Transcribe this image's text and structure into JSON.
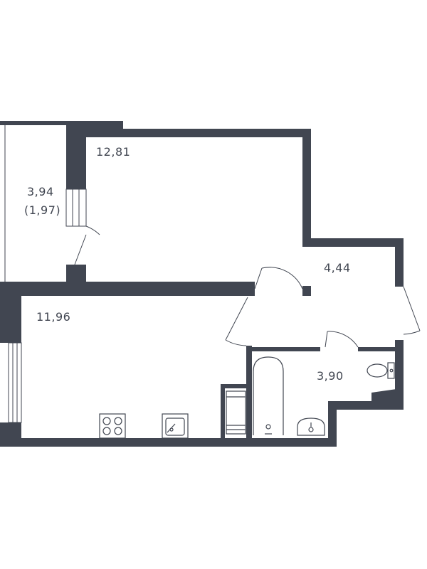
{
  "floor_plan": {
    "rooms": [
      {
        "id": "loggia",
        "area": "3,94",
        "reduced_area": "(1,97)"
      },
      {
        "id": "bedroom",
        "area": "12,81"
      },
      {
        "id": "hallway",
        "area": "4,44"
      },
      {
        "id": "kitchen-living",
        "area": "11,96"
      },
      {
        "id": "bathroom",
        "area": "3,90"
      }
    ],
    "fixtures": [
      "bathtub",
      "washbasin",
      "toilet",
      "washing-machine",
      "stove",
      "kitchen-sink"
    ],
    "colors": {
      "wall": "#414651",
      "background": "#ffffff"
    }
  }
}
